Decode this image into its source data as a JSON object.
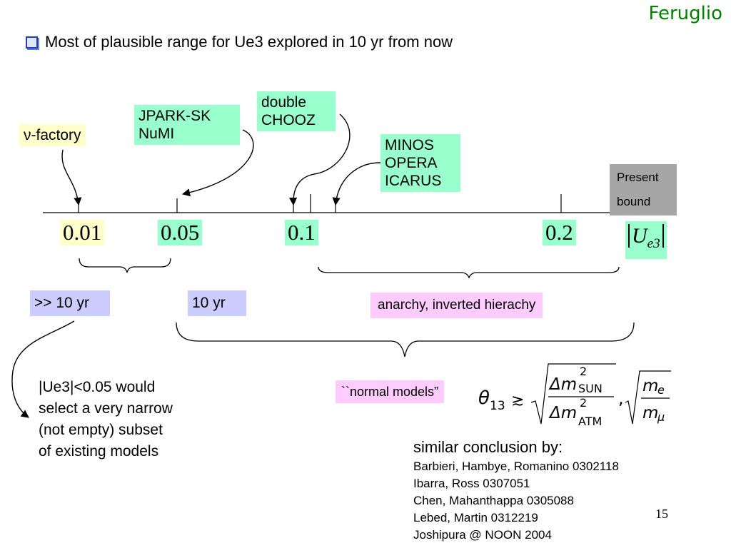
{
  "author": "Feruglio",
  "headline": "Most of plausible range for Ue3 explored in 10 yr from now",
  "experiments": {
    "nu_factory": "ν-factory",
    "jpark_line1": "JPARK-SK",
    "jpark_line2": "NuMI",
    "chooz_line1": "double",
    "chooz_line2": "CHOOZ",
    "minos_line1": "MINOS",
    "minos_line2": "OPERA",
    "minos_line3": "ICARUS",
    "present_line1": "Present",
    "present_line2": "bound"
  },
  "axis": {
    "ticks": [
      "0.01",
      "0.05",
      "0.1",
      "0.2"
    ],
    "variable": "U",
    "variable_sub": "e3"
  },
  "timescales": {
    "beyond": ">> 10 yr",
    "ten_years": "10 yr",
    "anarchy": "anarchy, inverted hierachy",
    "normal": "``normal models”"
  },
  "note": [
    "|Ue3|<0.05 would",
    "select a very narrow",
    "(not empty) subset",
    "of existing models"
  ],
  "similar": {
    "lead": "similar conclusion by:",
    "refs": [
      "Barbieri, Hambye, Romanino 0302118",
      "Ibarra, Ross 0307051",
      "Chen, Mahanthappa 0305088",
      "Lebed, Martin 0312219",
      "Joshipura @ NOON 2004"
    ]
  },
  "formula": {
    "colon": ":",
    "theta": "θ",
    "theta_sub": "13",
    "relation": "≳",
    "delta_m": "Δm",
    "sq": "2",
    "sun": "SUN",
    "atm": "ATM",
    "comma": ",",
    "m": "m",
    "e": "e",
    "mu": "μ"
  },
  "page_number": "15"
}
